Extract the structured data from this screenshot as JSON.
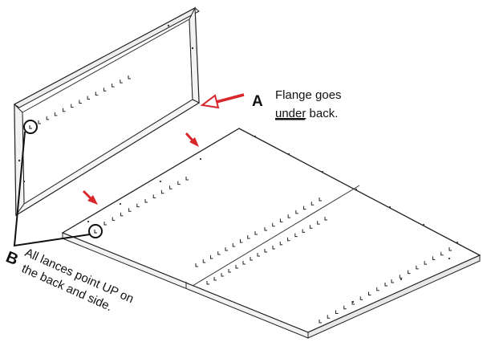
{
  "callout_a": {
    "letter": "A",
    "line1": "Flange goes",
    "line2_underlined": "under",
    "line2_rest": " back."
  },
  "callout_b": {
    "letter": "B",
    "line1": "All lances point UP on",
    "line2": "the back and side."
  },
  "colors": {
    "arrow": "#d8262b",
    "line": "#222222",
    "panel_fill": "#ffffff",
    "flange_fill": "#f2f2f2"
  }
}
